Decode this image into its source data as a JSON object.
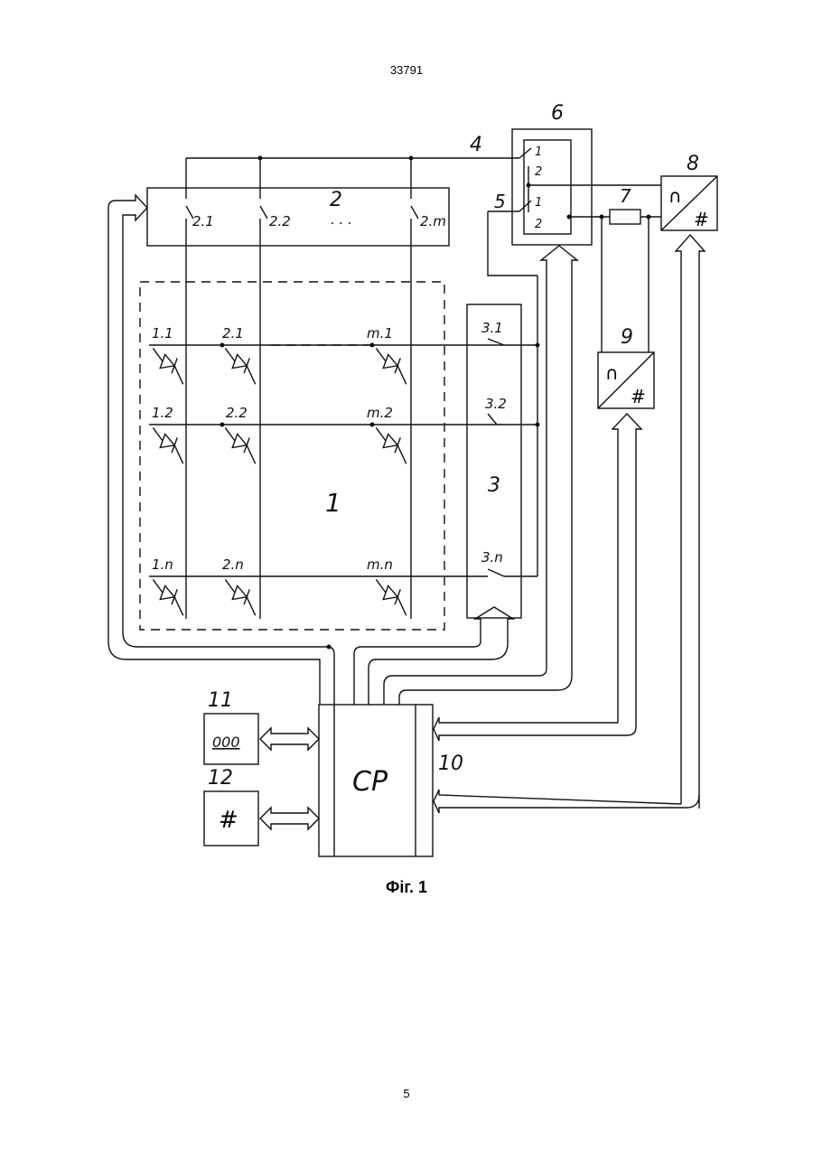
{
  "document": {
    "patent_number": "33791",
    "caption": "Фіг. 1",
    "page_number": "5"
  },
  "figure": {
    "labels": {
      "block1": "1",
      "block2": "2",
      "block3": "3",
      "line4": "4",
      "line5": "5",
      "block6": "6",
      "resistor7": "7",
      "block8": "8",
      "block9": "9",
      "block10": "10",
      "block11": "11",
      "block12": "12",
      "cpu": "CP",
      "display11": "000",
      "digital_symbol": "#",
      "analog_symbol": "∩",
      "sw2_1": "2.1",
      "sw2_2": "2.2",
      "sw2_dots": ". . .",
      "sw2_m": "2.m",
      "sw3_1": "3.1",
      "sw3_2": "3.2",
      "sw3_n": "3.n",
      "sw6_a1": "1",
      "sw6_a2": "2",
      "sw6_b1": "1",
      "sw6_b2": "2",
      "d11": "1.1",
      "d21": "2.1",
      "dm1": "m.1",
      "d12": "1.2",
      "d22": "2.2",
      "dm2": "m.2",
      "d1n": "1.n",
      "d2n": "2.n",
      "dmn": "m.n"
    }
  }
}
